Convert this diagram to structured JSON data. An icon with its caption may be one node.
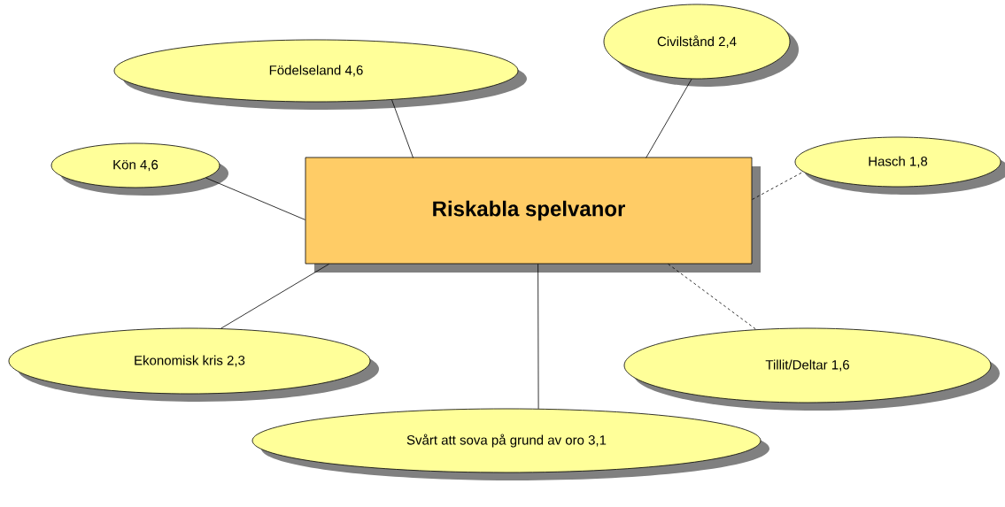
{
  "diagram": {
    "nodes": [
      {
        "text": [
          "Födelseland 4,6"
        ]
      },
      {
        "text": [
          "Civilstånd 2,4"
        ]
      },
      {
        "text": [
          "Kön 4,6"
        ]
      },
      {
        "text": [
          "Riskabla spelvanor"
        ]
      },
      {
        "text": [
          "Hasch 1,8"
        ]
      },
      {
        "text": [
          "Ekonomisk kris 2,3"
        ]
      },
      {
        "text": [
          "Tillit/Deltar 1,6"
        ]
      },
      {
        "text": [
          "Svårt att sova på grund av oro 3,1"
        ]
      }
    ],
    "edges": [
      {
        "from": 3,
        "to": 0,
        "arrow": "none"
      },
      {
        "from": 3,
        "to": 1,
        "arrow": "none"
      },
      {
        "from": 3,
        "to": 2,
        "arrow": "none"
      },
      {
        "from": 3,
        "to": 4,
        "arrow": "none",
        "style": "dashed"
      },
      {
        "from": 3,
        "to": 5,
        "arrow": "none"
      },
      {
        "from": 3,
        "to": 6,
        "arrow": "none",
        "style": "dashed"
      },
      {
        "from": 3,
        "to": 7,
        "arrow": "none"
      }
    ]
  }
}
